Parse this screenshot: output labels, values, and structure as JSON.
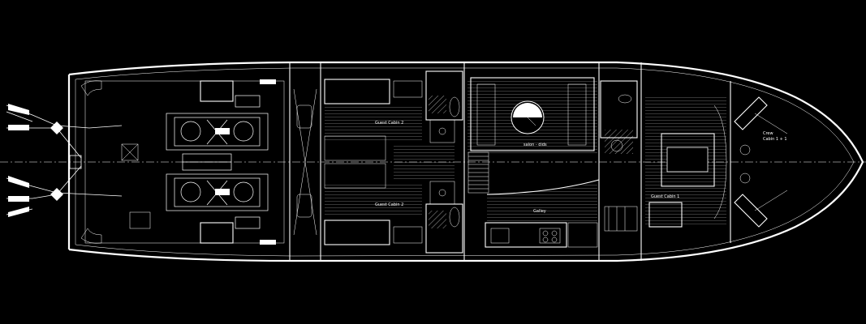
{
  "plan": {
    "colors": {
      "background": "#000000",
      "lines": "#ffffff"
    },
    "rooms": [
      {
        "id": "guest-cabin-2-upper",
        "label": "Guest Cabin 2"
      },
      {
        "id": "guest-cabin-2-lower",
        "label": "Guest Cabin 2"
      },
      {
        "id": "salon",
        "label": "salon - dids"
      },
      {
        "id": "galley",
        "label": "Galley"
      },
      {
        "id": "guest-cabin-1",
        "label": "Guest Cabin 1"
      },
      {
        "id": "crew-cabin",
        "label": "Crew\nCabin 1 + 1"
      }
    ]
  }
}
